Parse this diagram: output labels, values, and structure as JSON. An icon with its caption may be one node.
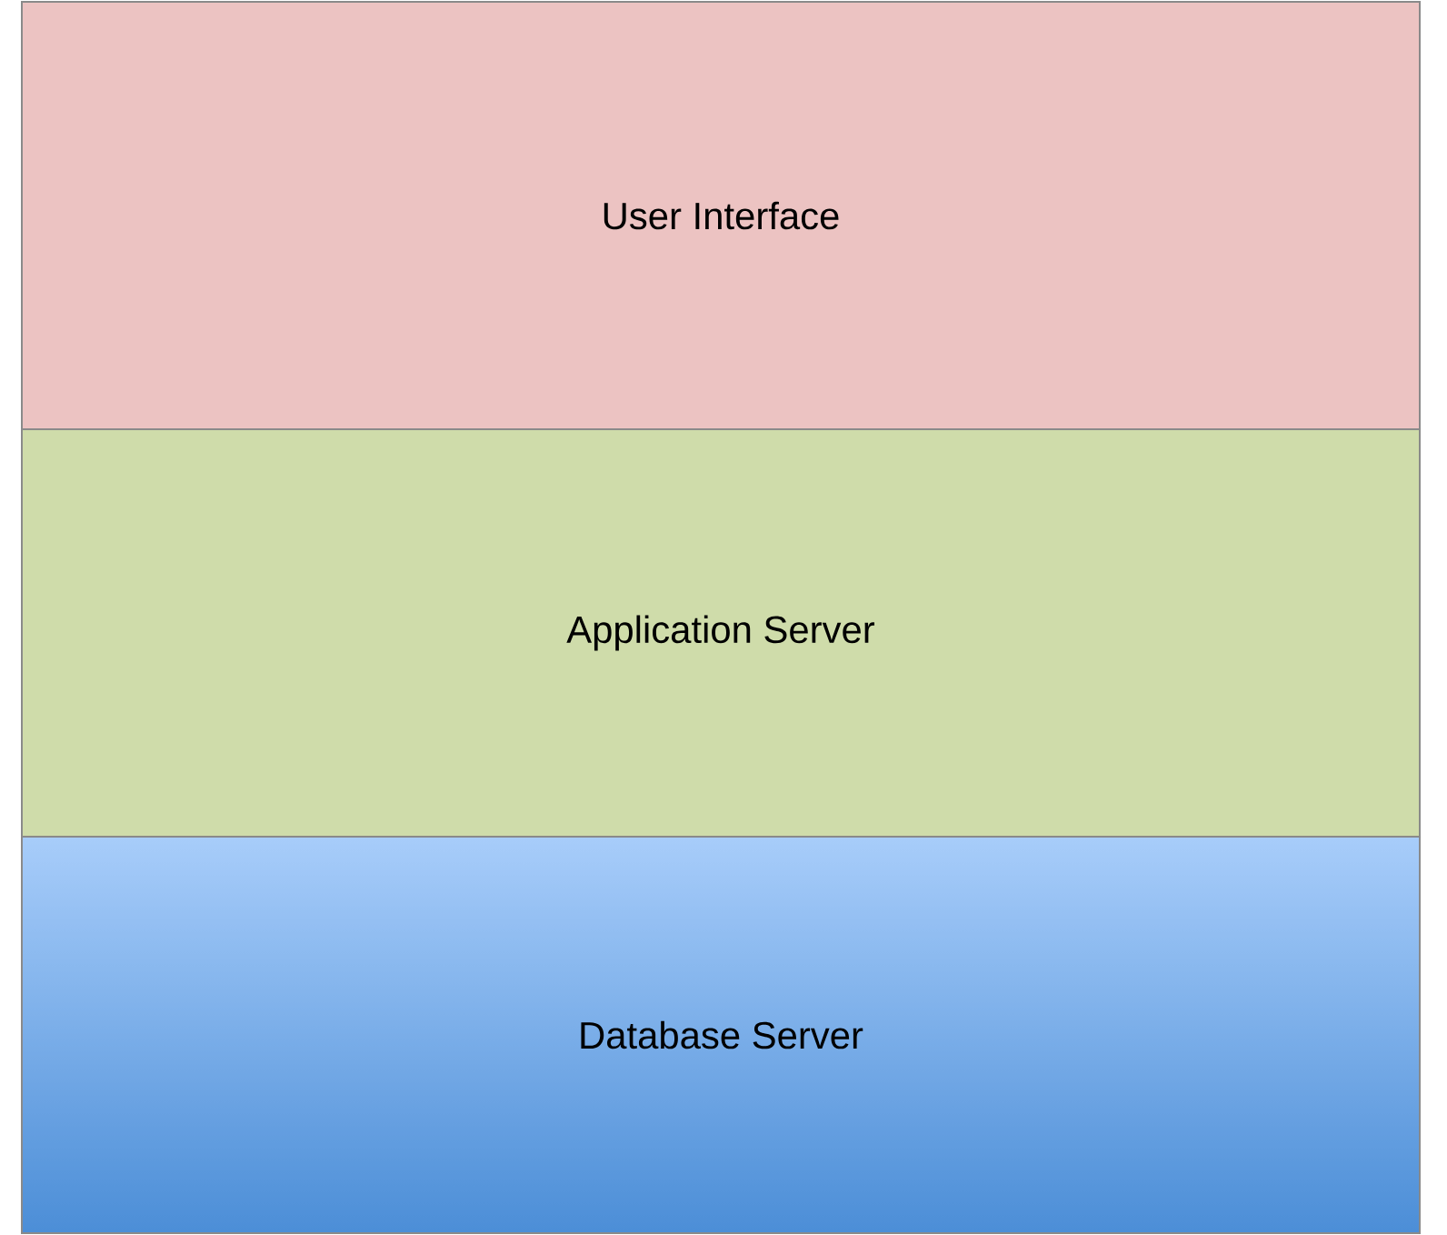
{
  "diagram": {
    "nodes": [
      {
        "text": [
          "User Interface"
        ]
      },
      {
        "text": [
          "Application Server"
        ]
      },
      {
        "text": [
          "Database Server"
        ]
      }
    ]
  }
}
